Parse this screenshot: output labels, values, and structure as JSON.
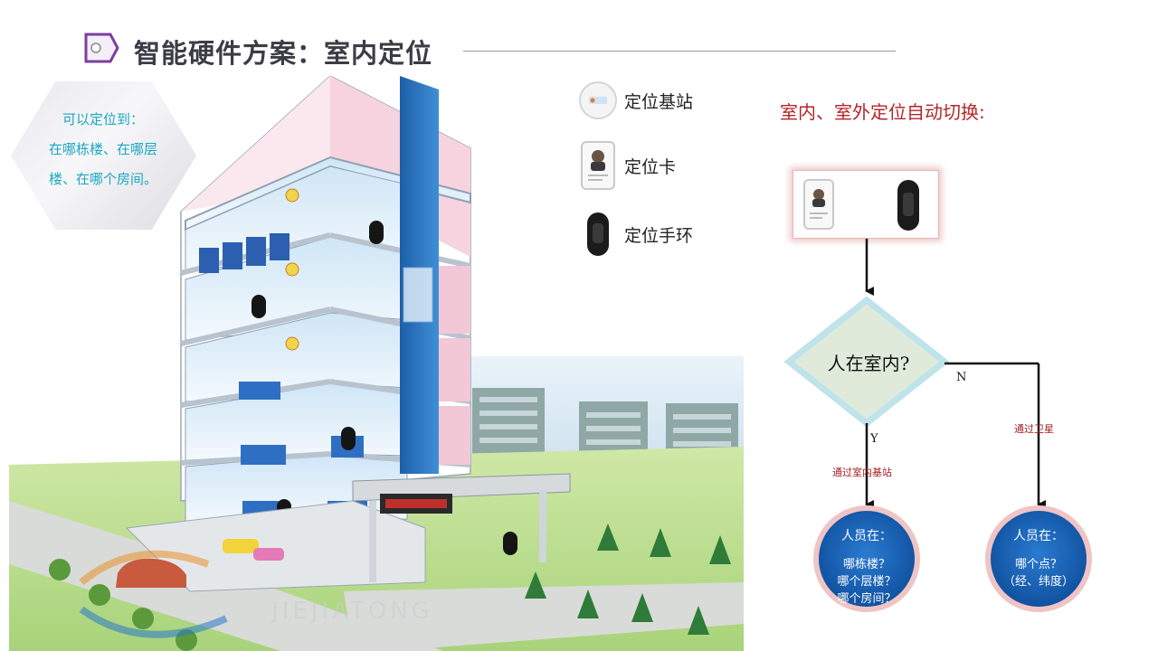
{
  "header": {
    "title": "智能硬件方案：室内定位"
  },
  "callout": {
    "lines": [
      "可以定位到：",
      "在哪栋楼、在哪层",
      "楼、在哪个房间。"
    ]
  },
  "legend": [
    {
      "icon": "base-station-icon",
      "label": "定位基站"
    },
    {
      "icon": "id-card-icon",
      "label": "定位卡"
    },
    {
      "icon": "wristband-icon",
      "label": "定位手环"
    }
  ],
  "flow": {
    "title": "室内、室外定位自动切换:",
    "decision": "人在室内?",
    "yes_label": "Y",
    "no_label": "N",
    "yes_edge": "通过室内基站",
    "no_edge": "通过卫星",
    "indoor": {
      "head": "人员在：",
      "lines": [
        "哪栋楼？",
        "哪个层楼？",
        "哪个房间？"
      ]
    },
    "outdoor": {
      "head": "人员在：",
      "lines": [
        "哪个点？",
        "（经、纬度）"
      ]
    }
  },
  "watermark": {
    "brand": "JIEJIATONG"
  },
  "colors": {
    "accent_purple": "#7a3fa0",
    "flow_red": "#b3262a",
    "circle_blue": "#1560b5",
    "callout_cyan": "#1aa6c4"
  }
}
